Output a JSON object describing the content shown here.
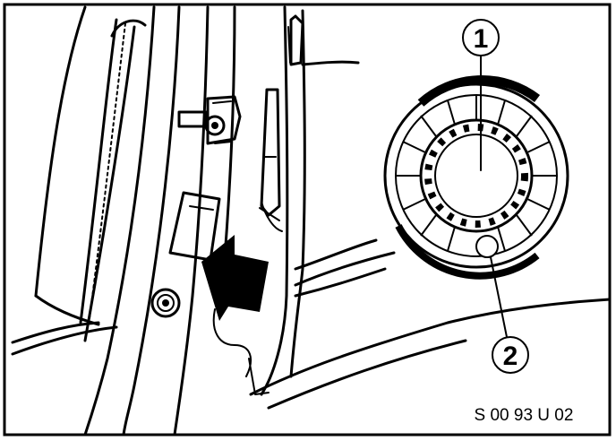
{
  "callouts": [
    {
      "number": "1"
    },
    {
      "number": "2"
    }
  ],
  "reference_code": "S 00 93 U 02",
  "colors": {
    "ink": "#000000",
    "paper": "#ffffff"
  }
}
